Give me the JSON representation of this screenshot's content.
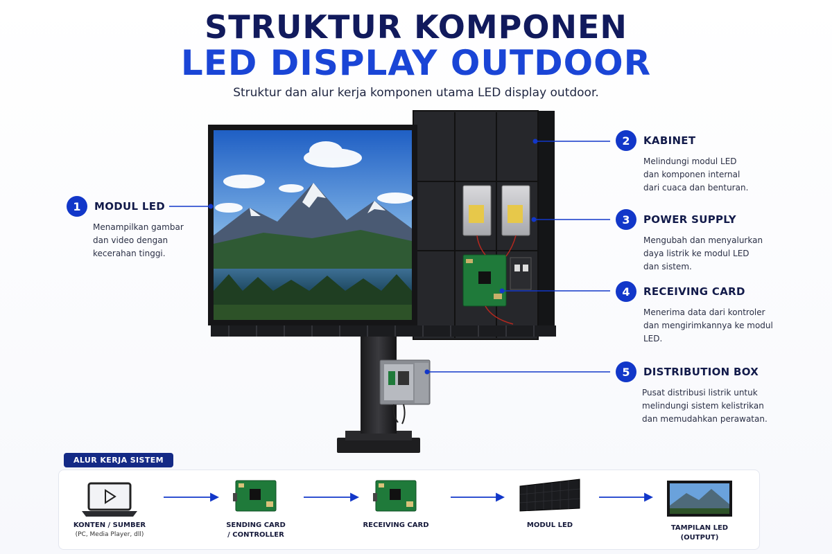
{
  "header": {
    "title_line1": "STRUKTUR KOMPONEN",
    "title_line2": "LED DISPLAY OUTDOOR",
    "subtitle": "Struktur dan alur kerja komponen utama LED display outdoor."
  },
  "callouts": [
    {
      "num": "1",
      "title": "MODUL LED",
      "desc": "Menampilkan gambar dan video dengan kecerahan tinggi."
    },
    {
      "num": "2",
      "title": "KABINET",
      "desc": "Melindungi modul LED dan komponen internal dari cuaca dan benturan."
    },
    {
      "num": "3",
      "title": "POWER SUPPLY",
      "desc": "Mengubah dan menyalurkan daya listrik ke modul LED dan sistem."
    },
    {
      "num": "4",
      "title": "RECEIVING CARD",
      "desc": "Menerima data dari kontroler dan mengirimkannya ke modul LED."
    },
    {
      "num": "5",
      "title": "DISTRIBUTION BOX",
      "desc": "Pusat distribusi listrik untuk melindungi sistem kelistrikan dan memudahkan perawatan."
    }
  ],
  "workflow": {
    "badge": "ALUR KERJA SISTEM",
    "steps": [
      {
        "label": "KONTEN / SUMBER",
        "sub": "(PC, Media Player, dll)"
      },
      {
        "label": "SENDING CARD",
        "label2": "/ CONTROLLER"
      },
      {
        "label": "RECEIVING CARD"
      },
      {
        "label": "MODUL LED"
      },
      {
        "label": "TAMPILAN LED",
        "label2": "(OUTPUT)"
      }
    ]
  },
  "colors": {
    "title_dark": "#111a5c",
    "title_blue": "#1a45d6",
    "badge_blue": "#1237c9",
    "pcb_green": "#1f7a3a"
  },
  "icons": [
    "laptop-icon",
    "play-icon",
    "circuit-board-icon",
    "led-panel-icon",
    "monitor-icon"
  ]
}
